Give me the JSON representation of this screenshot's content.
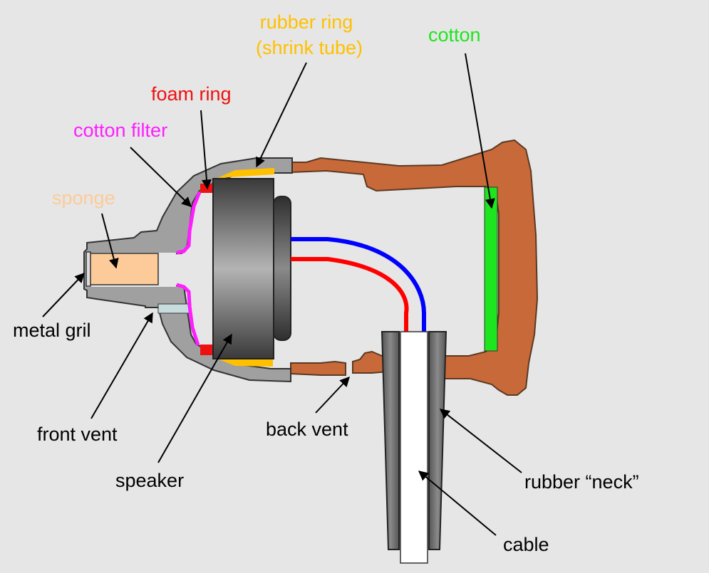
{
  "diagram": {
    "labels": {
      "rubber_ring_line1": "rubber ring",
      "rubber_ring_line2": "(shrink tube)",
      "cotton": "cotton",
      "foam_ring": "foam ring",
      "cotton_filter": "cotton filter",
      "sponge": "sponge",
      "metal_gril": "metal gril",
      "front_vent": "front vent",
      "speaker": "speaker",
      "back_vent": "back vent",
      "rubber_neck": "rubber “neck”",
      "cable": "cable"
    },
    "colors": {
      "background": "#e6e6e6",
      "shell": "#a0a0a0",
      "housing": "#c8693a",
      "cotton": "#1ee61e",
      "foam_ring": "#ee1111",
      "rubber_ring": "#ffc000",
      "cotton_filter": "#ff1eff",
      "sponge": "#fccb99",
      "front_vent": "#c8dce0",
      "neck": "#666666",
      "cable": "#ffffff",
      "wire_red": "#ff0000",
      "wire_blue": "#0000ff",
      "text_default": "#000000"
    }
  }
}
